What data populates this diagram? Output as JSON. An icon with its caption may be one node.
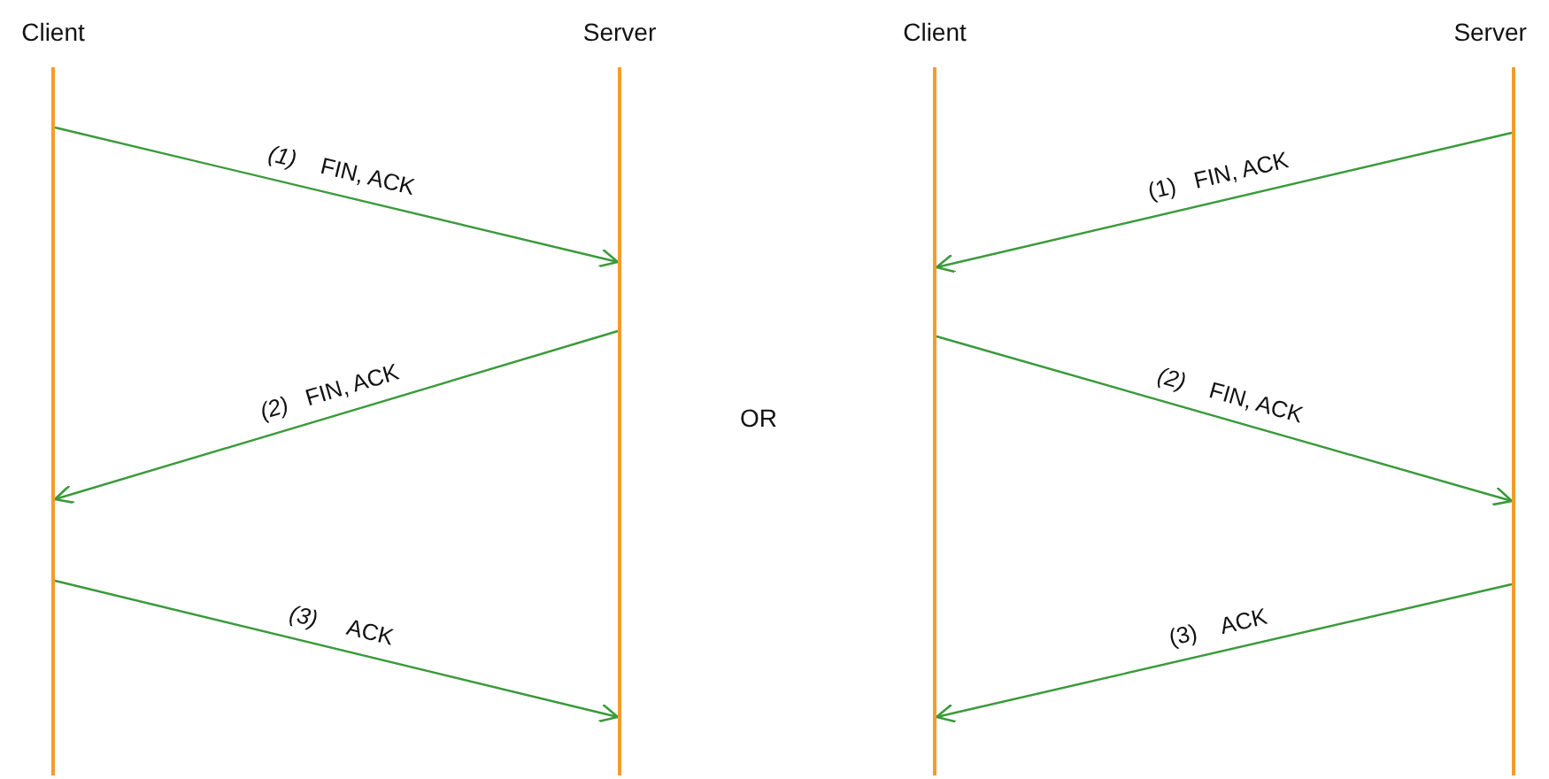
{
  "diagram": {
    "nodes": [
      {
        "text": [
          "Client"
        ]
      },
      {
        "text": [
          "Server"
        ]
      },
      {
        "text": [
          "Client"
        ]
      },
      {
        "text": [
          "Server"
        ]
      }
    ],
    "edges": [
      {
        "from": 0,
        "to": 1,
        "arrow": "to",
        "label": "*(1)*    FIN, ACK"
      },
      {
        "from": 1,
        "to": 0,
        "arrow": "to",
        "label": "*(2)*   FIN, ACK"
      },
      {
        "from": 0,
        "to": 1,
        "arrow": "to",
        "label": "*(3)*     ACK"
      },
      {
        "from": 3,
        "to": 2,
        "arrow": "to",
        "label": "(1)   FIN, ACK"
      },
      {
        "from": 2,
        "to": 3,
        "arrow": "to",
        "label": "*(2)*    FIN, ACK"
      },
      {
        "from": 3,
        "to": 2,
        "arrow": "to",
        "label": "(3)    ACK"
      }
    ],
    "labels": [
      "OR"
    ]
  }
}
